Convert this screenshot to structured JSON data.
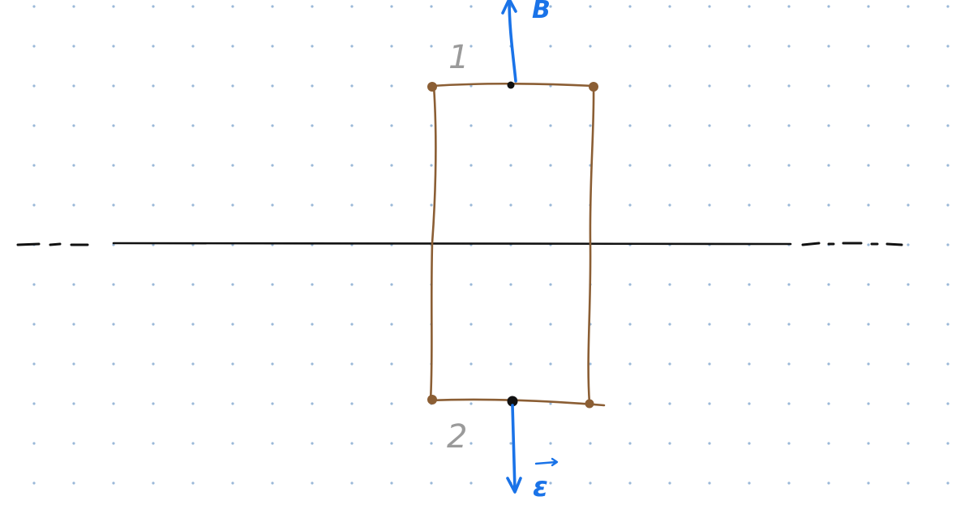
{
  "sheet": {
    "background": "#ffffff",
    "dot_color": "#9ab8d8"
  },
  "sketch": {
    "axis_color": "#111111",
    "rectangle_color": "#8b5e34",
    "vector_color": "#1a73e8",
    "label_color": "#9a9a9a",
    "point_color": "#111111"
  },
  "labels": {
    "point_top": "1",
    "point_bottom": "2",
    "vector_top": "B",
    "vector_bottom": "ε"
  }
}
